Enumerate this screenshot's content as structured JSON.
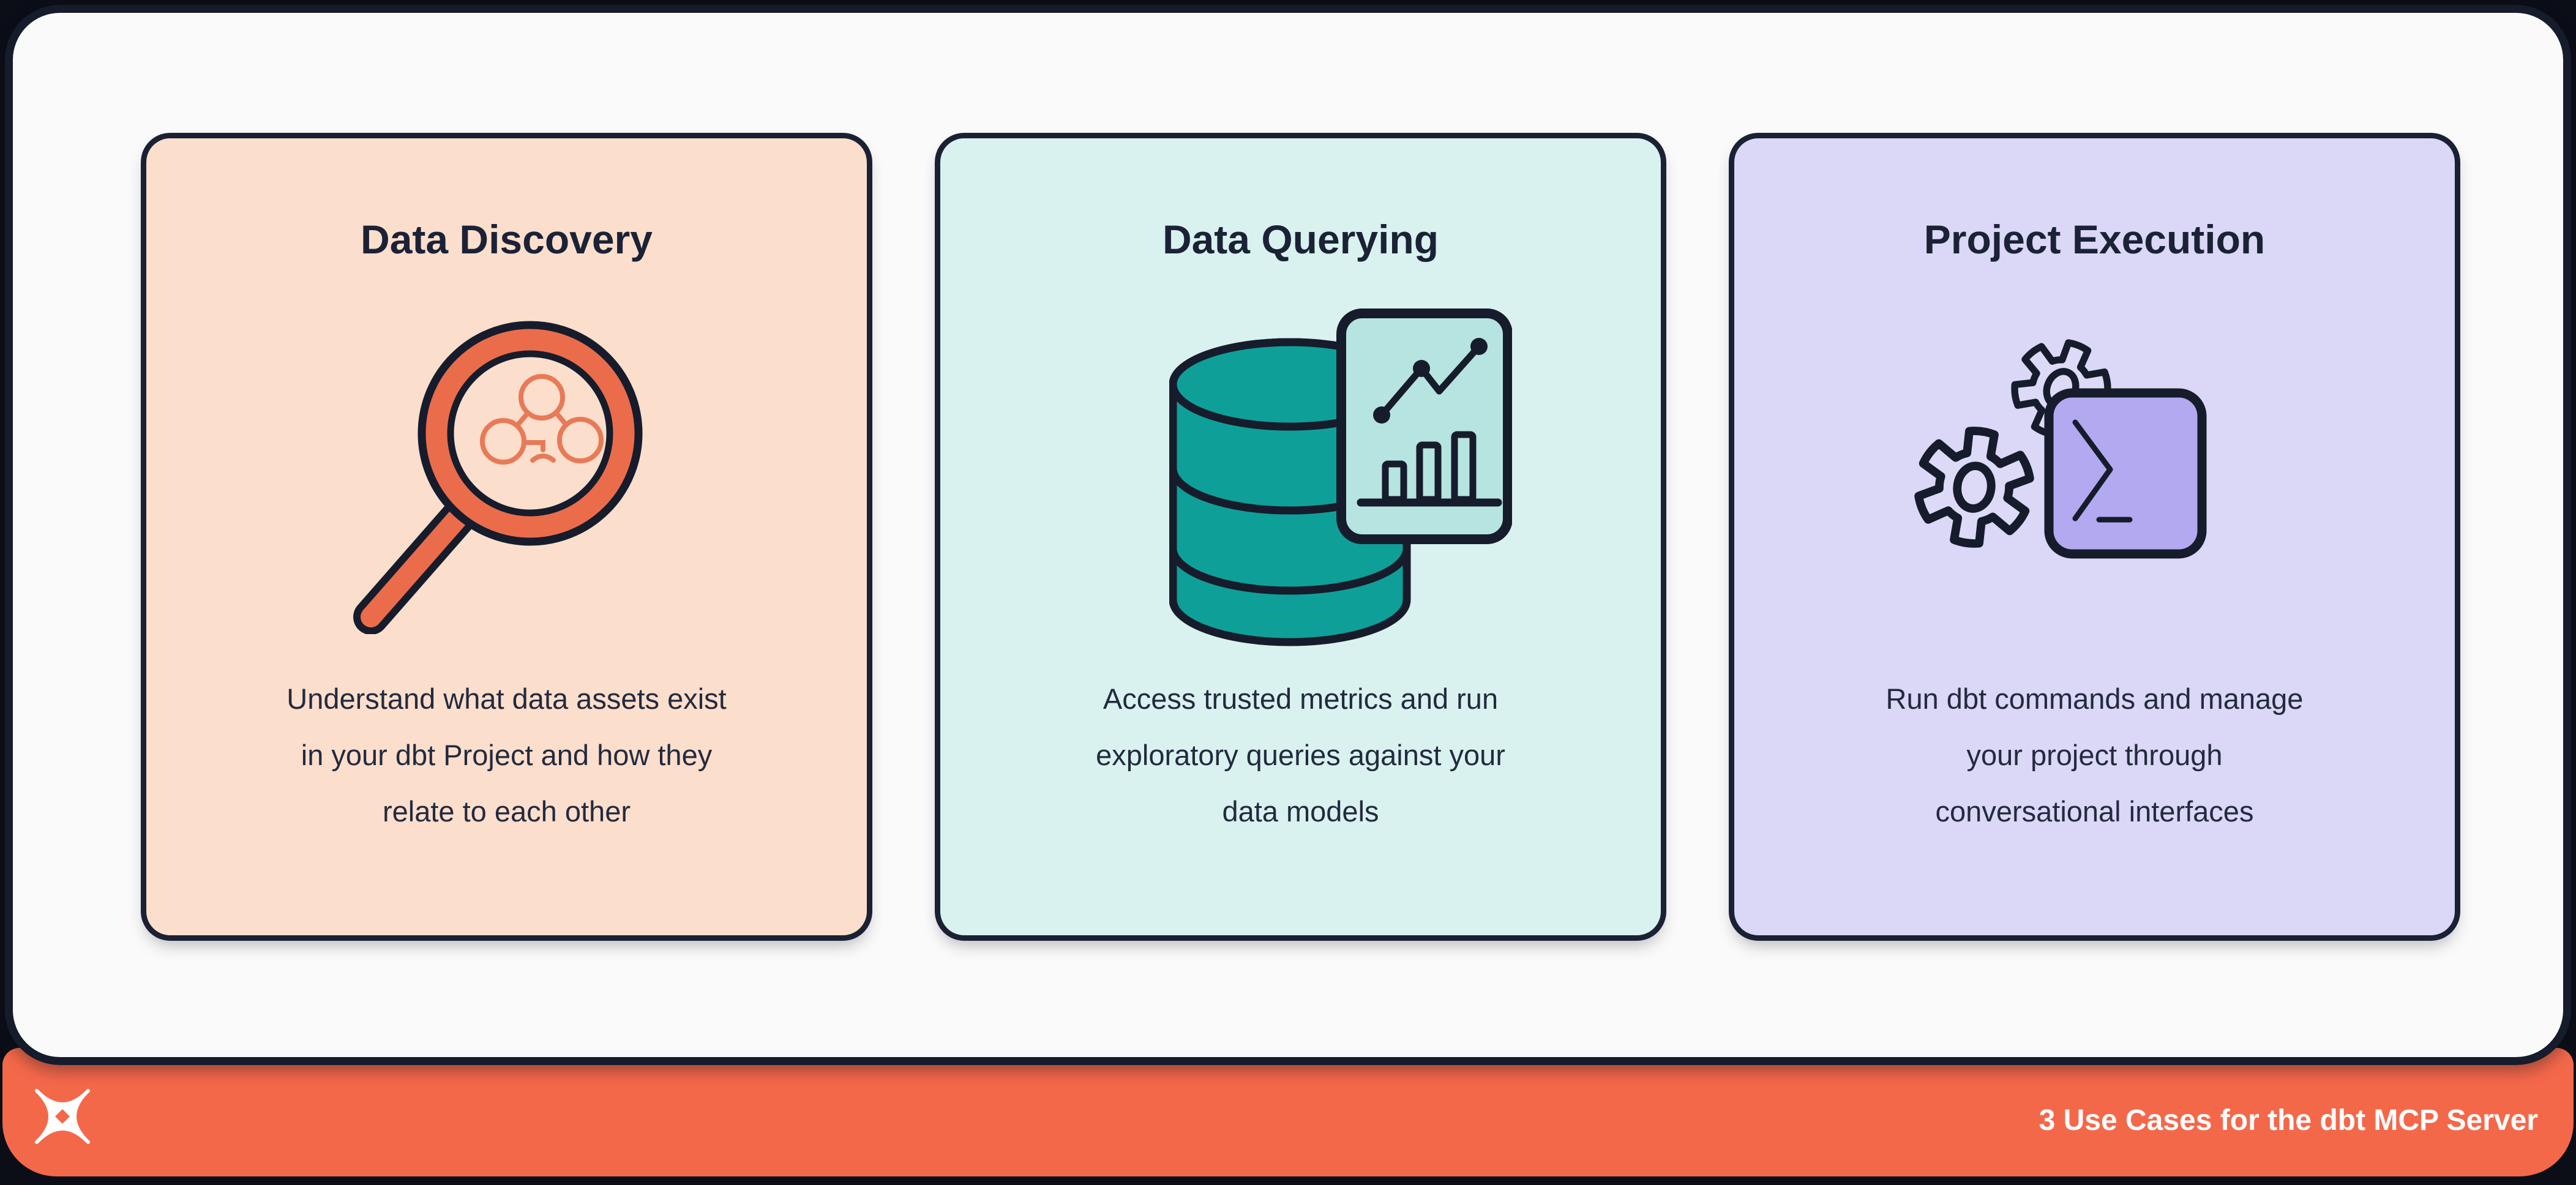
{
  "infographic": {
    "cards": [
      {
        "title": "Data Discovery",
        "body": "Understand what data assets exist\nin your dbt Project and how they\nrelate to each other",
        "icon": "magnifying-glass-lineage-icon",
        "bg_color": "#fbdecc",
        "accent_color": "#eb6c4b"
      },
      {
        "title": "Data Querying",
        "body": "Access trusted metrics and run\nexploratory queries against your\ndata models",
        "icon": "database-analytics-icon",
        "bg_color": "#d9f2ef",
        "accent_color": "#0e9f98"
      },
      {
        "title": "Project Execution",
        "body": "Run dbt commands and manage\nyour project through\nconversational interfaces",
        "icon": "gears-terminal-icon",
        "bg_color": "#dbd7f6",
        "accent_color": "#b2a9f1"
      }
    ],
    "footer": {
      "label": "3 Use Cases for the dbt MCP Server",
      "logo": "dbt-logo",
      "bg_color": "#f4684a",
      "text_color": "#ffffff"
    },
    "colors": {
      "canvas": "#0b0e16",
      "panel": "#fafafa",
      "outline": "#161c2b"
    }
  }
}
